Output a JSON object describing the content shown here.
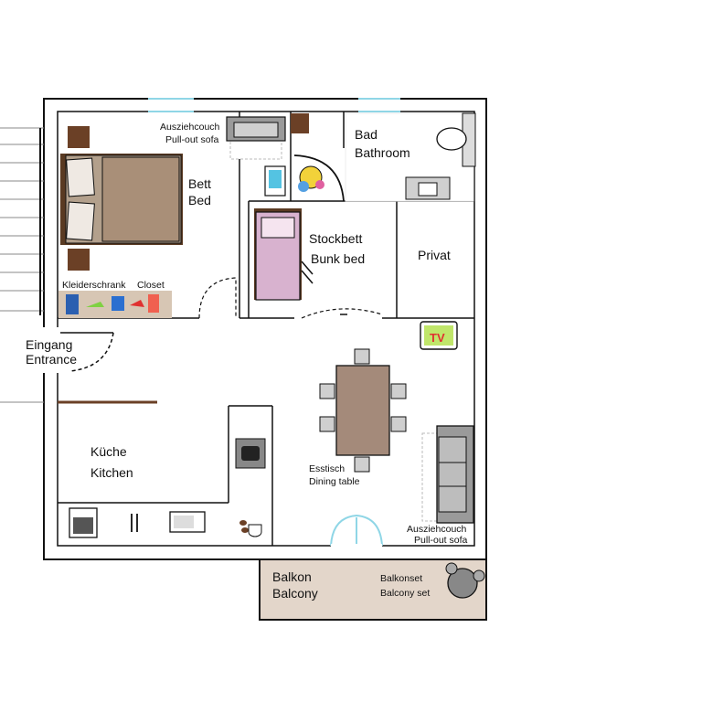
{
  "rooms": {
    "bedroom": {
      "de": "Bett",
      "en": "Bed"
    },
    "pullout_top": {
      "de": "Ausziehcouch",
      "en": "Pull-out sofa"
    },
    "bathroom": {
      "de": "Bad",
      "en": "Bathroom"
    },
    "bunkroom": {
      "de": "Stockbett",
      "en": "Bunk bed"
    },
    "private": {
      "label": "Privat"
    },
    "closet": {
      "de": "Kleiderschrank",
      "en": "Closet"
    },
    "entrance": {
      "de": "Eingang",
      "en": "Entrance"
    },
    "kitchen": {
      "de": "Küche",
      "en": "Kitchen"
    },
    "dining": {
      "de": "Esstisch",
      "en": "Dining table"
    },
    "pullout_living": {
      "de": "Ausziehcouch",
      "en": "Pull-out sofa"
    },
    "balcony": {
      "de": "Balkon",
      "en": "Balcony"
    },
    "balcony_set": {
      "de": "Balkonset",
      "en": "Balcony set"
    }
  },
  "tv_label": "TV",
  "colors": {
    "wall": "#111111",
    "bed_wood": "#5a3a22",
    "bed_fabric": "#b3a08c",
    "bunk_fabric": "#d8b2cf",
    "table": "#a48a7a",
    "balcony_floor": "#e3d6ca",
    "window": "#8fd6e6",
    "sofa": "#9a9a9a",
    "nightstand": "#6b4026"
  },
  "icons": [
    "bed-icon",
    "sofa-icon",
    "toilet-icon",
    "sink-icon",
    "bunk-bed-icon",
    "closet-clothes-icon",
    "door-icon",
    "stairs-icon",
    "tv-icon",
    "chair-icon",
    "stove-icon",
    "cutlery-icon",
    "microwave-icon",
    "coffee-icon",
    "pot-icon",
    "balcony-set-icon",
    "window-icon",
    "tablet-icon",
    "toys-icon"
  ]
}
